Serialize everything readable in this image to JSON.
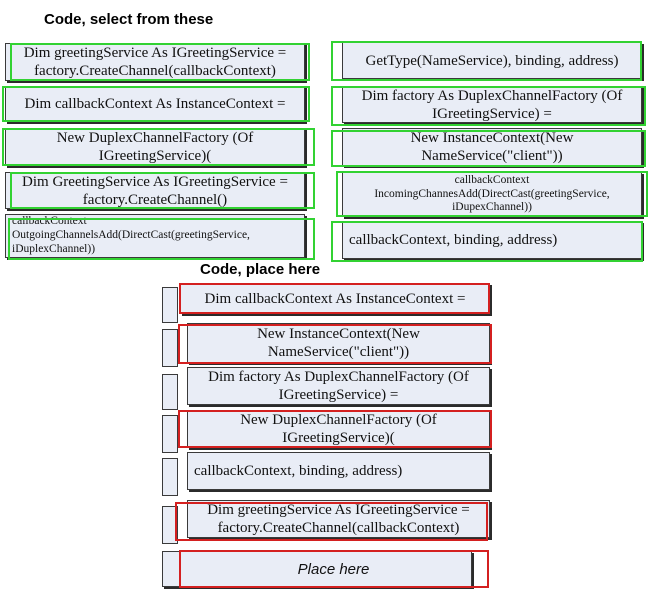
{
  "select_heading": "Code, select from these",
  "place_heading": "Code, place here",
  "source_tiles": {
    "l1": "Dim greetingService As IGreetingService =",
    "l1b": "factory.CreateChannel(callbackContext)",
    "l2": "Dim callbackContext As InstanceContext =",
    "l3": "New DuplexChannelFactory (Of",
    "l3b": "IGreetingService)(",
    "l4": "Dim GreetingService As IGreetingService =",
    "l4b": "factory.CreateChannel()",
    "l5": "callbackContext",
    "l5b": "OutgoingChannelsAdd(DirectCast(greetingService,",
    "l5c": "iDuplexChannel))",
    "r1": "GetType(NameService), binding, address)",
    "r2": "Dim factory As DuplexChannelFactory (Of",
    "r2b": "IGreetingService) =",
    "r3": "New InstanceContext(New",
    "r3b": "NameService(\"client\"))",
    "r4": "callbackContext",
    "r4b": "IncomingChannesAdd(DirectCast(greetingService,",
    "r4c": "iDupexChannel))",
    "r5": "callbackContext, binding, address)"
  },
  "answer_tiles": {
    "a1": "Dim callbackContext As InstanceContext =",
    "a2": "New InstanceContext(New",
    "a2b": "NameService(\"client\"))",
    "a3": "Dim factory As DuplexChannelFactory (Of",
    "a3b": "IGreetingService) =",
    "a4": "New DuplexChannelFactory (Of",
    "a4b": "IGreetingService)(",
    "a5": "callbackContext, binding, address)",
    "a6": "Dim greetingService As IGreetingService =",
    "a6b": "factory.CreateChannel(callbackContext)",
    "placeholder": "Place here"
  },
  "colors": {
    "tile_fill": "#e9edf6",
    "select_highlight": "#32d232",
    "place_highlight": "#d42020"
  }
}
